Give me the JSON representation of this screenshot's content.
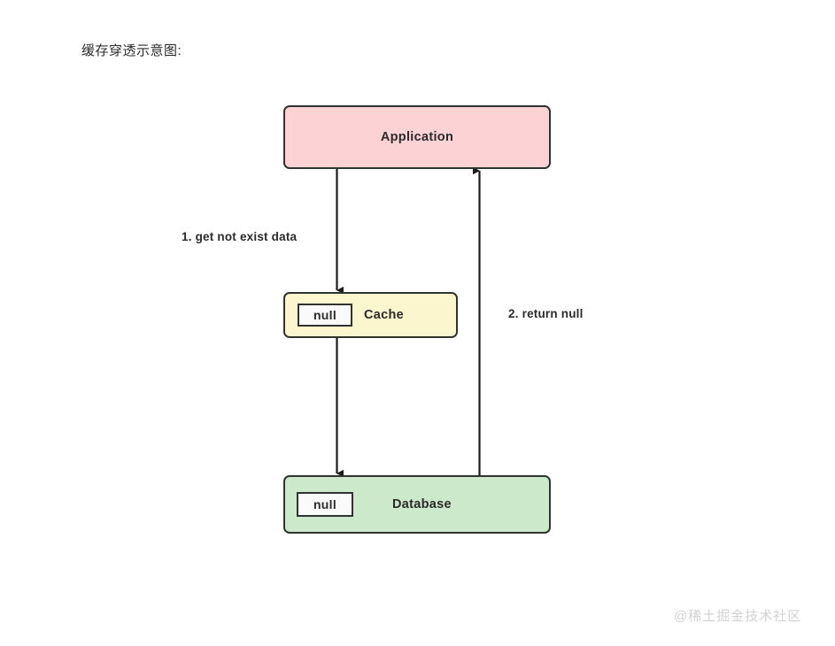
{
  "diagram": {
    "title": "缓存穿透示意图:",
    "type": "flow-sequence",
    "watermark": "@稀土掘金技术社区",
    "nodes": [
      {
        "id": "application",
        "label": "Application",
        "fill": "#fcd2d5",
        "border": "#2f3430"
      },
      {
        "id": "cache",
        "label": "Cache",
        "badge": "null",
        "fill": "#fbf6cd",
        "border": "#2f3430"
      },
      {
        "id": "database",
        "label": "Database",
        "badge": "null",
        "fill": "#cde9cb",
        "border": "#2f3430"
      }
    ],
    "edges": [
      {
        "id": "edge-1",
        "label": "1. get not exist data",
        "from": "application",
        "to": "cache",
        "direction": "down"
      },
      {
        "id": "edge-2",
        "label": "",
        "from": "cache",
        "to": "database",
        "direction": "down"
      },
      {
        "id": "edge-3",
        "label": "2. return null",
        "from": "database",
        "to": "application",
        "direction": "up"
      }
    ]
  }
}
